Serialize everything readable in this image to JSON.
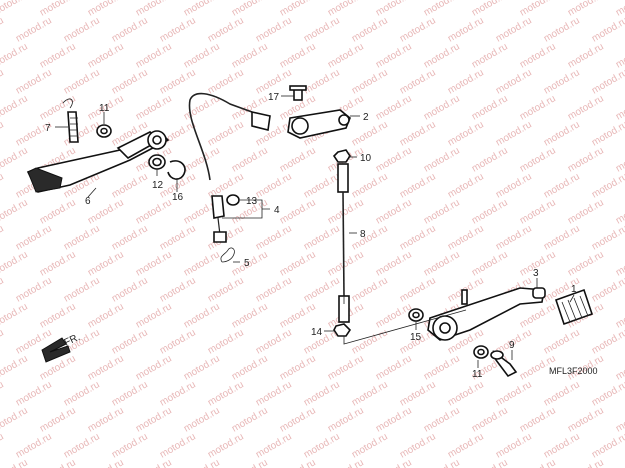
{
  "watermark": "motod.ru",
  "diagram_code": "MFL3F2000",
  "direction_label": "FR.",
  "callouts": {
    "c1": "1",
    "c2": "2",
    "c3": "3",
    "c4": "4",
    "c5": "5",
    "c6": "6",
    "c7": "7",
    "c8": "8",
    "c9": "9",
    "c10": "10",
    "c11a": "11",
    "c11b": "11",
    "c12": "12",
    "c13": "13",
    "c14": "14",
    "c15": "15",
    "c16": "16",
    "c17": "17"
  }
}
